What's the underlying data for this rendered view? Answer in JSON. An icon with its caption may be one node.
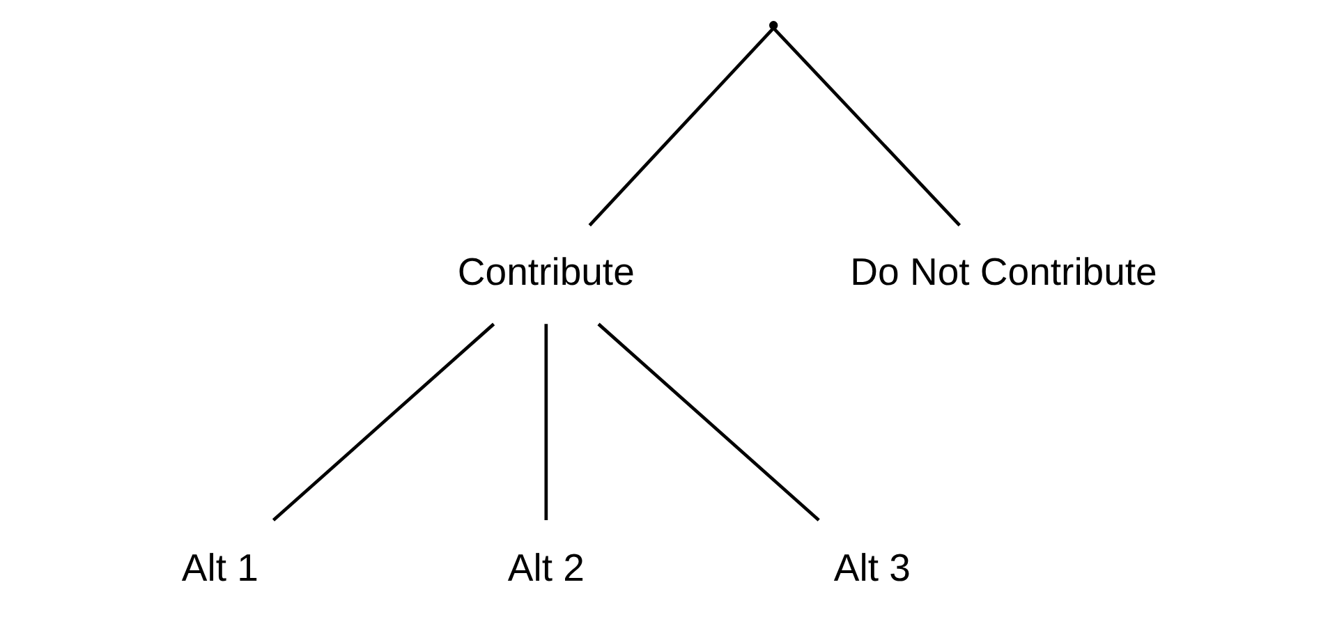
{
  "diagram": {
    "nodes": [
      {
        "text": [],
        "shape": "point"
      },
      {
        "text": [
          "Contribute"
        ]
      },
      {
        "text": [
          "Do Not Contribute"
        ]
      },
      {
        "text": [
          "Alt 1"
        ]
      },
      {
        "text": [
          "Alt 2"
        ]
      },
      {
        "text": [
          "Alt 3"
        ]
      }
    ],
    "edges": [
      {
        "from": 0,
        "to": 1,
        "arrow": "none"
      },
      {
        "from": 0,
        "to": 2,
        "arrow": "none"
      },
      {
        "from": 1,
        "to": 3,
        "arrow": "none"
      },
      {
        "from": 1,
        "to": 4,
        "arrow": "none"
      },
      {
        "from": 1,
        "to": 5,
        "arrow": "none"
      }
    ]
  }
}
